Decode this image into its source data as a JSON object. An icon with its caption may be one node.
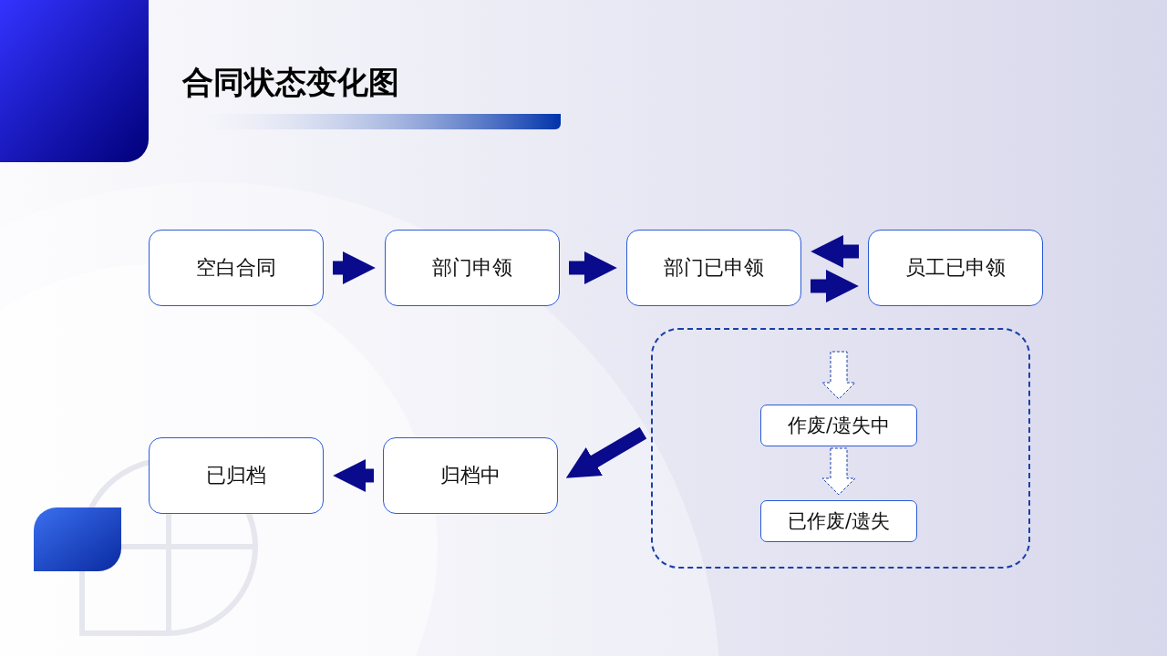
{
  "diagram": {
    "title": "合同状态变化图",
    "nodes": [
      {
        "text": [
          "空白合同"
        ]
      },
      {
        "text": [
          "部门申领"
        ]
      },
      {
        "text": [
          "部门已申领"
        ]
      },
      {
        "text": [
          "员工已申领"
        ]
      },
      {
        "text": [],
        "shape": "box"
      },
      {
        "text": [
          "作废/遗失中"
        ],
        "in": 4
      },
      {
        "text": [
          "已作废/遗失"
        ],
        "in": 4
      },
      {
        "text": [
          "归档中"
        ]
      },
      {
        "text": [
          "已归档"
        ]
      }
    ],
    "edges": [
      {
        "from": 0,
        "to": 1,
        "arrow": "to"
      },
      {
        "from": 1,
        "to": 2,
        "arrow": "to"
      },
      {
        "from": 3,
        "to": 2,
        "arrow": "to"
      },
      {
        "from": 2,
        "to": 3,
        "arrow": "to"
      },
      {
        "from": null,
        "to": 5,
        "arrow": "to",
        "style": "dashed"
      },
      {
        "from": 5,
        "to": 6,
        "arrow": "to",
        "style": "dashed"
      },
      {
        "from": 4,
        "to": 7,
        "arrow": "to"
      },
      {
        "from": 7,
        "to": 8,
        "arrow": "to"
      }
    ]
  }
}
